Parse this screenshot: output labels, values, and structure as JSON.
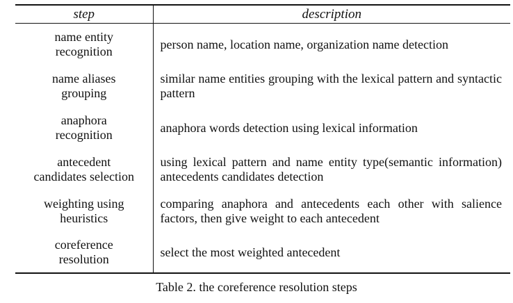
{
  "table": {
    "headers": {
      "step": "step",
      "description": "description"
    },
    "rows": [
      {
        "step": [
          "name entity",
          "recognition"
        ],
        "description": "person name, location name, organization name detection"
      },
      {
        "step": [
          "name aliases",
          "grouping"
        ],
        "description": "similar name entities grouping with the lexical pattern and syntactic pattern"
      },
      {
        "step": [
          "anaphora",
          "recognition"
        ],
        "description": "anaphora words detection using lexical information"
      },
      {
        "step": [
          "antecedent",
          "candidates selection"
        ],
        "description": "using lexical pattern and name entity type(semantic information) antecedents candidates detection"
      },
      {
        "step": [
          "weighting using",
          "heuristics"
        ],
        "description": "comparing anaphora and antecedents each other with salience factors, then give weight to each antecedent"
      },
      {
        "step": [
          "coreference",
          "resolution"
        ],
        "description": "select the most weighted antecedent"
      }
    ]
  },
  "caption": "Table 2. the coreference resolution steps"
}
